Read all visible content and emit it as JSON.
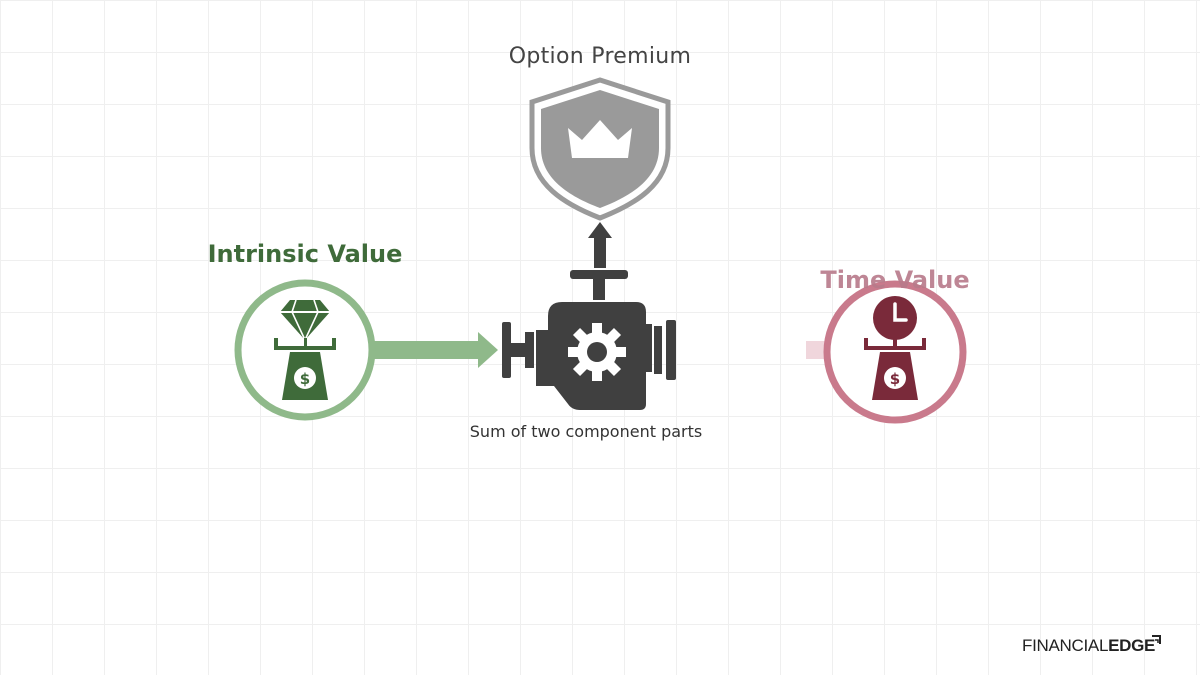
{
  "diagram": {
    "output_label": "Option Premium",
    "input_left_label": "Intrinsic Value",
    "input_right_label": "Time Value",
    "process_caption": "Sum of two component parts"
  },
  "logo": {
    "part1": "FINANCIAL",
    "part2": "EDGE"
  },
  "colors": {
    "intrinsic": "#3f6b3a",
    "intrinsic_ring": "#8fb98a",
    "time": "#7a2a3a",
    "time_ring": "#c97a8c",
    "machine": "#404040",
    "shield": "#9a9a9a"
  },
  "icons": [
    "crown-shield-icon",
    "diamond-scale-icon",
    "clock-scale-icon",
    "gear-machine-icon",
    "arrow-up-icon",
    "arrow-right-icon"
  ]
}
